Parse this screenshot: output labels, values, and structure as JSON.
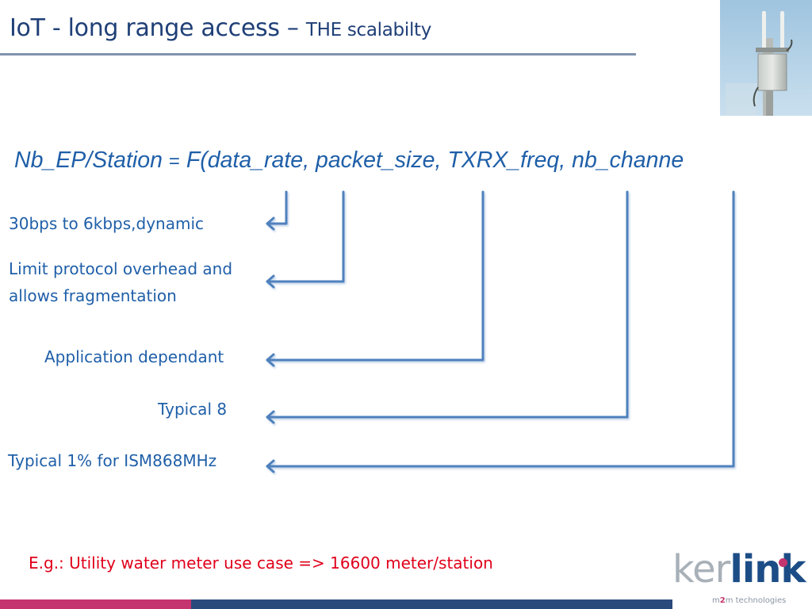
{
  "slide": {
    "title_main": "IoT - long range access –",
    "title_sub": "THE scalabilty",
    "formula": {
      "lhs": "Nb_EP/Station",
      "equals": "=",
      "rhs": "F(data_rate, packet_size, TXRX_freq, nb_channe"
    },
    "labels": {
      "data_rate": "30bps to 6kbps,dynamic",
      "packet_size_line1": "Limit protocol overhead and",
      "packet_size_line2": "allows fragmentation",
      "txrx_freq": "Application dependant",
      "nb_channels": "Typical 8",
      "duty_cycle": "Typical 1% for ISM868MHz"
    },
    "example": "E.g.: Utility water meter use case => 16600 meter/station"
  },
  "logo": {
    "ker": "ker",
    "link": "link",
    "tag_prefix": "m",
    "tag_two": "2",
    "tag_suffix": "m technologies"
  },
  "colors": {
    "title": "#1f3f77",
    "text_blue": "#1f5fa8",
    "connector": "#4f81bd",
    "example_red": "#e0001b",
    "bar_pink": "#c4356f",
    "bar_navy": "#2b4a7c"
  }
}
